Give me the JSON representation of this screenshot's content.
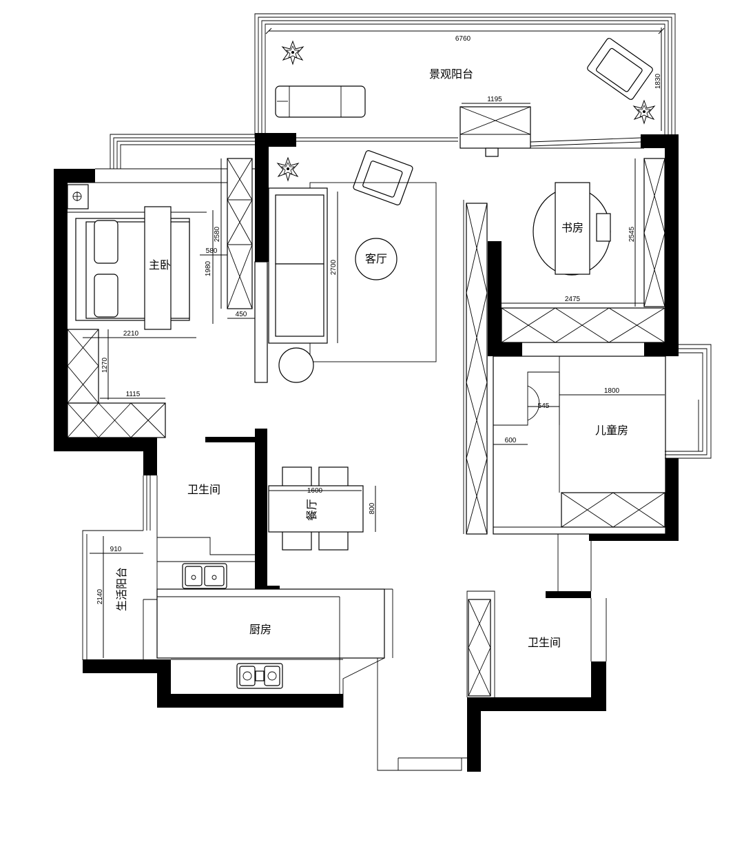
{
  "rooms": {
    "scenic_balcony": "景观阳台",
    "living_room": "客厅",
    "study": "书房",
    "master_bedroom": "主卧",
    "children_room": "儿童房",
    "bathroom_left": "卫生间",
    "dining_room": "餐厅",
    "utility_balcony": "生活阳台",
    "kitchen": "厨房",
    "bathroom_right": "卫生间"
  },
  "dimensions": {
    "balcony_width": "6760",
    "balcony_depth": "1830",
    "balcony_cabinet": "1195",
    "wardrobe_height": "2580",
    "bedside": "580",
    "bed_length": "1980",
    "closet_gap": "450",
    "bedroom_width": "2210",
    "bedroom_depth": "1270",
    "bedroom_cabinet": "1115",
    "sofa_length": "2700",
    "study_depth": "2545",
    "study_width": "2475",
    "kids_bed_width": "1800",
    "kids_door": "545",
    "kids_desk": "600",
    "dining_table": "1600",
    "dining_depth": "800",
    "utility_width": "910",
    "utility_depth": "2140"
  }
}
